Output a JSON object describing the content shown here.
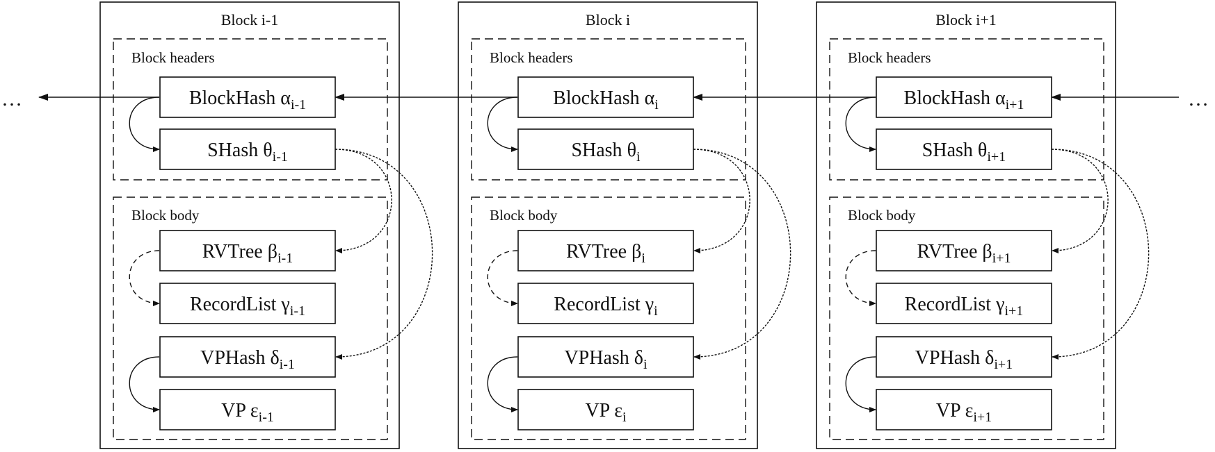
{
  "blocks": [
    {
      "title": "Block i-1",
      "headers_label": "Block headers",
      "body_label": "Block body",
      "fields": [
        {
          "name": "BlockHash",
          "symbol": "α",
          "sub": "i-1"
        },
        {
          "name": "SHash",
          "symbol": "θ",
          "sub": "i-1"
        },
        {
          "name": "RVTree",
          "symbol": "β",
          "sub": "i-1"
        },
        {
          "name": "RecordList",
          "symbol": "γ",
          "sub": "i-1"
        },
        {
          "name": "VPHash",
          "symbol": "δ",
          "sub": "i-1"
        },
        {
          "name": "VP",
          "symbol": "ε",
          "sub": "i-1"
        }
      ]
    },
    {
      "title": "Block i",
      "headers_label": "Block headers",
      "body_label": "Block body",
      "fields": [
        {
          "name": "BlockHash",
          "symbol": "α",
          "sub": "i"
        },
        {
          "name": "SHash",
          "symbol": "θ",
          "sub": "i"
        },
        {
          "name": "RVTree",
          "symbol": "β",
          "sub": "i"
        },
        {
          "name": "RecordList",
          "symbol": "γ",
          "sub": "i"
        },
        {
          "name": "VPHash",
          "symbol": "δ",
          "sub": "i"
        },
        {
          "name": "VP",
          "symbol": "ε",
          "sub": "i"
        }
      ]
    },
    {
      "title": "Block i+1",
      "headers_label": "Block headers",
      "body_label": "Block body",
      "fields": [
        {
          "name": "BlockHash",
          "symbol": "α",
          "sub": "i+1"
        },
        {
          "name": "SHash",
          "symbol": "θ",
          "sub": "i+1"
        },
        {
          "name": "RVTree",
          "symbol": "β",
          "sub": "i+1"
        },
        {
          "name": "RecordList",
          "symbol": "γ",
          "sub": "i+1"
        },
        {
          "name": "VPHash",
          "symbol": "δ",
          "sub": "i+1"
        },
        {
          "name": "VP",
          "symbol": "ε",
          "sub": "i+1"
        }
      ]
    }
  ],
  "ellipsis_left": "…",
  "ellipsis_right": "…"
}
